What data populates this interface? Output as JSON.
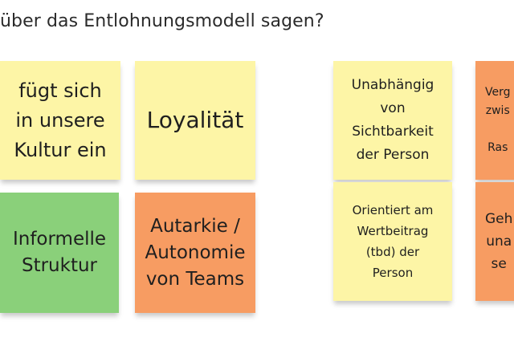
{
  "board": {
    "title": "über das Entlohnungsmodell sagen?"
  },
  "colors": {
    "yellow": "#fdf5a6",
    "green": "#8ad07a",
    "orange": "#f79c62"
  },
  "notes": [
    {
      "text": "fügt sich\nin unsere\nKultur ein",
      "color": "yellow"
    },
    {
      "text": "Loyalität",
      "color": "yellow"
    },
    {
      "text": "Informelle\nStruktur",
      "color": "green"
    },
    {
      "text": "Autarkie /\nAutonomie\nvon Teams",
      "color": "orange"
    },
    {
      "text": "Unabhängig\nvon\nSichtbarkeit\nder Person",
      "color": "yellow"
    },
    {
      "text": "Orientiert am\nWertbeitrag\n(tbd) der\nPerson",
      "color": "yellow"
    },
    {
      "text": "Verg\nzwis\n\nRas",
      "color": "orange"
    },
    {
      "text": "Geh\nuna\nse",
      "color": "orange"
    }
  ]
}
